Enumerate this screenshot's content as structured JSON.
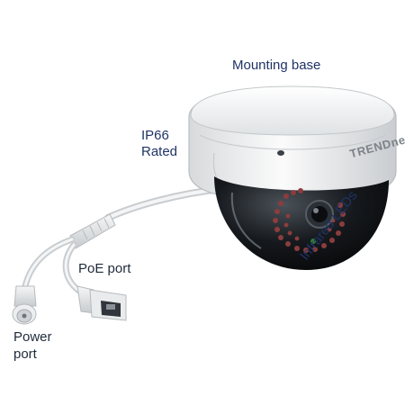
{
  "diagram": {
    "labels": {
      "mounting_base": "Mounting base",
      "ip66": "IP66",
      "rated": "Rated",
      "poe_port": "PoE port",
      "power": "Power",
      "port": "port",
      "infrared_leds": "Infrared LEDs"
    },
    "logo_text": "TRENDnet",
    "colors": {
      "label_text": "#1f3366",
      "housing": "#f1f2f2",
      "dome": "#111418",
      "led": "#7a3a3a"
    }
  }
}
